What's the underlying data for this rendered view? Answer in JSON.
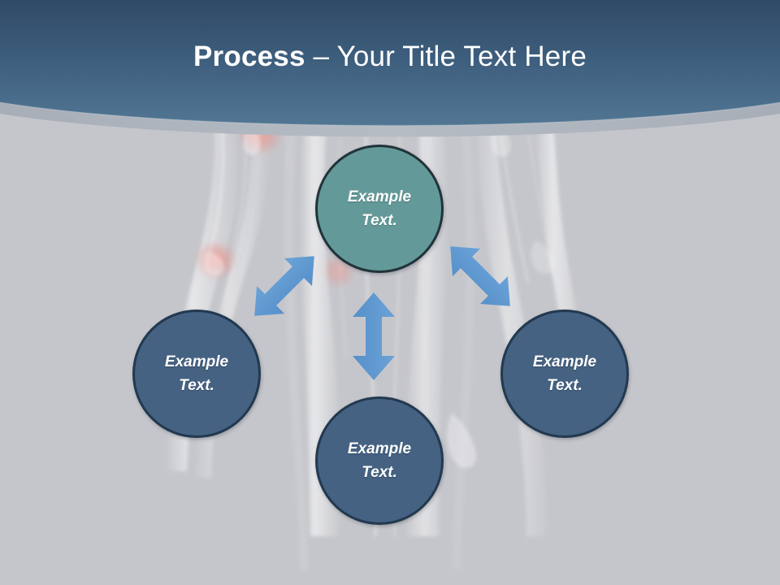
{
  "slide": {
    "title_strong": "Process",
    "title_rest": " – Your Title Text Here",
    "background_color": "#c5c6cb",
    "header_gradient_top": "#34506d",
    "header_gradient_bottom": "#4c718f",
    "header_arc_band_color": "#aeb4bd"
  },
  "diagram": {
    "type": "process-cycle",
    "arrow_color": "#5e9bd3",
    "nodes": [
      {
        "id": "node-top",
        "position": "top",
        "line1": "Example",
        "line2": "Text.",
        "fill": "#639a99",
        "border": "#21333a",
        "highlighted": true
      },
      {
        "id": "node-left",
        "position": "left",
        "line1": "Example",
        "line2": "Text.",
        "fill": "#456283",
        "border": "#22394f",
        "highlighted": false
      },
      {
        "id": "node-right",
        "position": "right",
        "line1": "Example",
        "line2": "Text.",
        "fill": "#456283",
        "border": "#22394f",
        "highlighted": false
      },
      {
        "id": "node-bottom",
        "position": "bottom",
        "line1": "Example",
        "line2": "Text.",
        "fill": "#456283",
        "border": "#22394f",
        "highlighted": false
      }
    ],
    "connectors": [
      {
        "id": "connector-top-left",
        "direction": "double",
        "orientation": "diagonal-ne-sw"
      },
      {
        "id": "connector-top-right",
        "direction": "double",
        "orientation": "diagonal-nw-se"
      },
      {
        "id": "connector-vertical",
        "direction": "double",
        "orientation": "vertical"
      }
    ]
  }
}
